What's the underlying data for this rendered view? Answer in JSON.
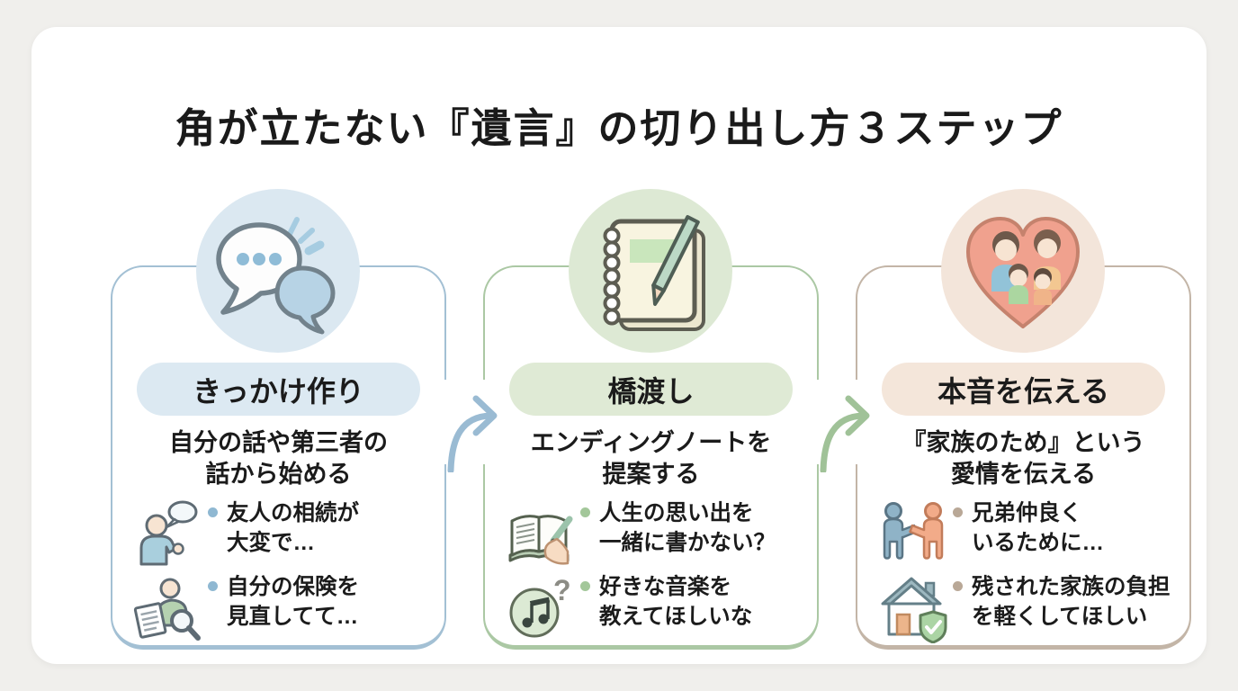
{
  "page": {
    "title": "角が立たない『遺言』の切り出し方３ステップ",
    "background_color": "#f0efec",
    "panel_color": "#ffffff",
    "text_color": "#1b1b1b"
  },
  "arrows": [
    {
      "name": "arrow-step1-to-step2",
      "color": "#9abbd3"
    },
    {
      "name": "arrow-step2-to-step3",
      "color": "#a0c298"
    }
  ],
  "steps": [
    {
      "title": "きっかけ作り",
      "subtitle": [
        "自分の話や第三者の",
        "話から始める"
      ],
      "main_icon": "speech-bubbles-icon",
      "accent_border": "#a3c0d4",
      "circle_bg": "#dbe8f1",
      "pill_bg": "#dce9f2",
      "bullet_dot_color": "#8fb8d2",
      "bullets": [
        {
          "icon": "person-talking-icon",
          "lines": [
            "友人の相続が",
            "大変で…"
          ]
        },
        {
          "icon": "person-reviewing-document-icon",
          "lines": [
            "自分の保険を",
            "見直してて…"
          ]
        }
      ]
    },
    {
      "title": "橋渡し",
      "subtitle": [
        "エンディングノートを",
        "提案する"
      ],
      "main_icon": "notebook-pen-icon",
      "accent_border": "#abc8a4",
      "circle_bg": "#dde9d4",
      "pill_bg": "#dfead5",
      "bullet_dot_color": "#a3c79a",
      "bullets": [
        {
          "icon": "open-book-writing-icon",
          "lines": [
            "人生の思い出を",
            "一緒に書かない？"
          ]
        },
        {
          "icon": "music-note-question-icon",
          "lines": [
            "好きな音楽を",
            "教えてほしいな"
          ]
        }
      ]
    },
    {
      "title": "本音を伝える",
      "subtitle": [
        "『家族のため』という",
        "愛情を伝える"
      ],
      "main_icon": "family-heart-icon",
      "accent_border": "#c3b5a7",
      "circle_bg": "#f3e5da",
      "pill_bg": "#f4e6da",
      "bullet_dot_color": "#b9a897",
      "bullets": [
        {
          "icon": "handshake-icon",
          "lines": [
            "兄弟仲良く",
            "いるために…"
          ]
        },
        {
          "icon": "house-shield-icon",
          "lines": [
            "残された家族の負担",
            "を軽くしてほしい"
          ]
        }
      ]
    }
  ]
}
